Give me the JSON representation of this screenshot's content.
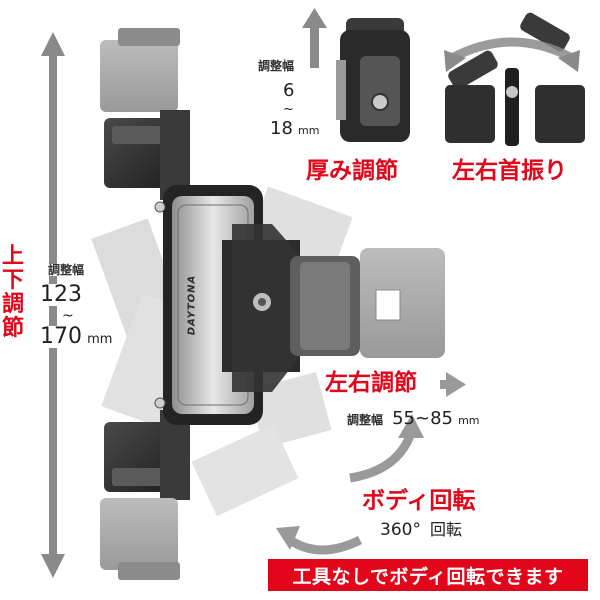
{
  "vertical": {
    "title_chars": [
      "上",
      "下",
      "調",
      "節"
    ],
    "range_label": "調整幅",
    "min": "123",
    "tilde": "~",
    "max": "170",
    "unit": "mm"
  },
  "thickness": {
    "title": "厚み調節",
    "range_label": "調整幅",
    "min": "6",
    "tilde": "~",
    "max": "18",
    "unit": "mm"
  },
  "swing": {
    "title": "左右首振り"
  },
  "horizontal": {
    "title": "左右調節",
    "range_label": "調整幅",
    "range": "55~85",
    "unit": "mm"
  },
  "rotation": {
    "title": "ボディ回転",
    "value": "360°",
    "suffix": "回転"
  },
  "brand": {
    "logo_text": "DAYTONA"
  },
  "banner": {
    "text": "工具なしでボディ回転できます"
  },
  "colors": {
    "accent_red": "#e1061a",
    "arrow_gray": "#8a8a8a",
    "body_black": "#2a2a2a",
    "silver": "#bdbdbd"
  }
}
